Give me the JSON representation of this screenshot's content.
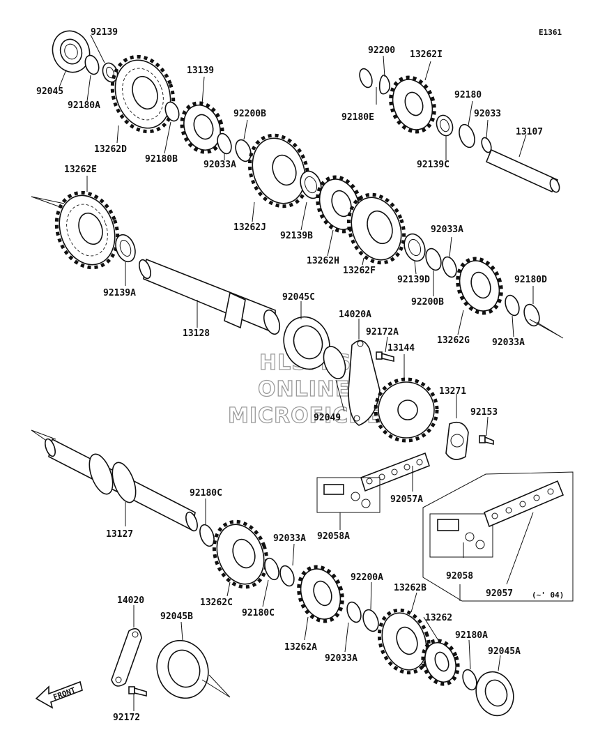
{
  "diagram_code": "E1361",
  "watermark": [
    "HLSM'S",
    "ONLINE",
    "MICROFICHE"
  ],
  "front_label": "FRONT",
  "date_note": "(~' 04)",
  "labels": {
    "p92139": "92139",
    "p92045": "92045",
    "p92180A": "92180A",
    "p13262D": "13262D",
    "p13139": "13139",
    "p92180B": "92180B",
    "p92200B": "92200B",
    "p92033A_1": "92033A",
    "p13262E": "13262E",
    "p13262J": "13262J",
    "p92139B": "92139B",
    "p92200": "92200",
    "p13262I": "13262I",
    "p92180E": "92180E",
    "p92180": "92180",
    "p92033": "92033",
    "p13107": "13107",
    "p92139C": "92139C",
    "p13262H": "13262H",
    "p13262F": "13262F",
    "p92139D": "92139D",
    "p92033A_2": "92033A",
    "p92200B_2": "92200B",
    "p92180D": "92180D",
    "p13262G": "13262G",
    "p92033A_3": "92033A",
    "p92139A": "92139A",
    "p13128": "13128",
    "p92045C": "92045C",
    "p14020A": "14020A",
    "p92172A": "92172A",
    "p13144": "13144",
    "p92049": "92049",
    "p13271": "13271",
    "p92153": "92153",
    "p92057A": "92057A",
    "p92058A": "92058A",
    "p13127": "13127",
    "p92180C": "92180C",
    "p92033A_4": "92033A",
    "p13262C": "13262C",
    "p92180C_2": "92180C",
    "p92200A": "92200A",
    "p13262B": "13262B",
    "p92058": "92058",
    "p92057": "92057",
    "p14020": "14020",
    "p92045B": "92045B",
    "p13262A": "13262A",
    "p92033A_5": "92033A",
    "p13262": "13262",
    "p92180A_2": "92180A",
    "p92045A": "92045A",
    "p92172": "92172"
  }
}
